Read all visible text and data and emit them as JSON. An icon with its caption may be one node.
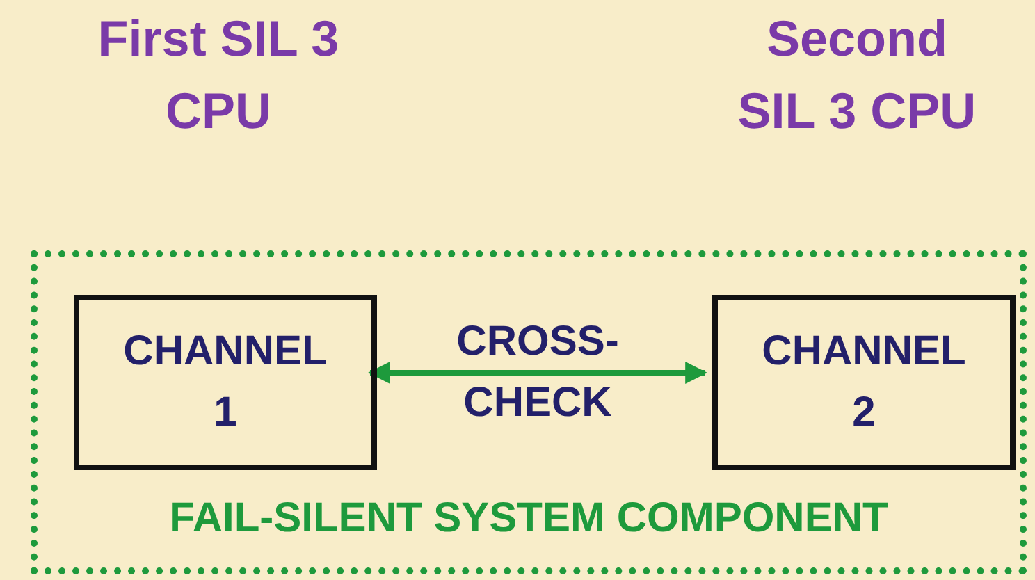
{
  "diagram": {
    "nodes": [
      {
        "text": [
          "FAIL-SILENT SYSTEM COMPONENT"
        ]
      },
      {
        "text": [
          "CHANNEL 1"
        ],
        "in": 0,
        "beside": [
          "First SIL 3 CPU"
        ]
      },
      {
        "text": [
          "CHANNEL 2"
        ],
        "in": 0,
        "beside": [
          "Second SIL 3 CPU"
        ]
      }
    ],
    "edges": [
      {
        "from": 1,
        "to": 2,
        "arrow": "both",
        "label": "CROSS-CHECK",
        "color": "#1e9a3c"
      }
    ]
  }
}
